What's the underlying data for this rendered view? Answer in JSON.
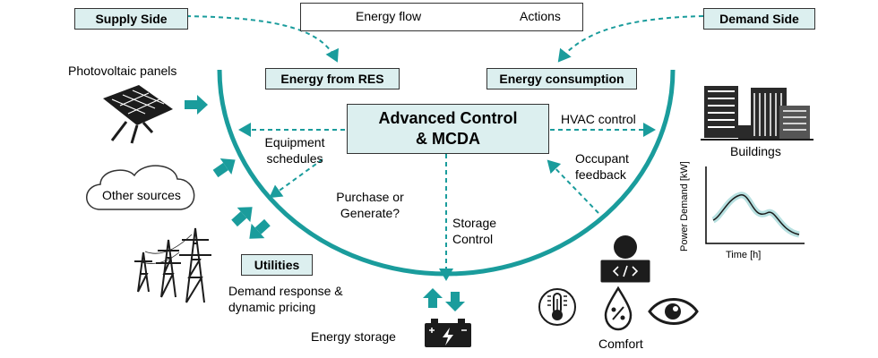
{
  "legend": {
    "energy_flow": "Energy flow",
    "actions": "Actions"
  },
  "boxes": {
    "supply_side": "Supply Side",
    "demand_side": "Demand Side",
    "energy_from_res": "Energy from RES",
    "energy_consumption": "Energy consumption",
    "control_line1": "Advanced Control",
    "control_line2": "& MCDA",
    "utilities": "Utilities"
  },
  "labels": {
    "photovoltaic": "Photovoltaic panels",
    "other_sources": "Other sources",
    "equipment_line1": "Equipment",
    "equipment_line2": "schedules",
    "purchase_line1": "Purchase or",
    "purchase_line2": "Generate?",
    "storage_line1": "Storage",
    "storage_line2": "Control",
    "hvac": "HVAC control",
    "occupant_line1": "Occupant",
    "occupant_line2": "feedback",
    "buildings": "Buildings",
    "demand_response_line1": "Demand response &",
    "demand_response_line2": "dynamic pricing",
    "energy_storage": "Energy storage",
    "comfort": "Comfort"
  },
  "mini_chart": {
    "ylabel": "Power Demand [kW]",
    "xlabel": "Time [h]"
  },
  "colors": {
    "teal": "#1a9c9c",
    "box_fill": "#dcefef",
    "dark": "#222222"
  }
}
